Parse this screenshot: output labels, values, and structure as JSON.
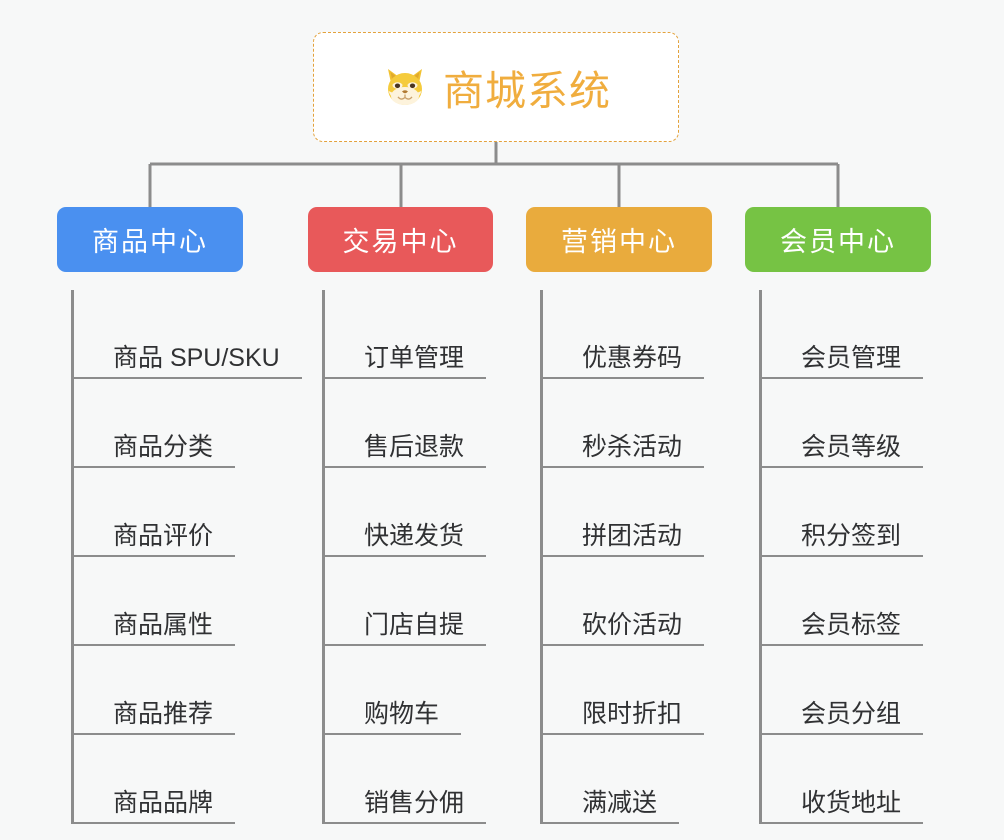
{
  "root": {
    "icon": "shiba-dog-face-icon",
    "title": "商城系统",
    "border_color": "#e3a23c",
    "title_color": "#f0ad3e"
  },
  "canvas": {
    "background": "#f7f8f8",
    "connector_color": "#8c8c8c"
  },
  "branches": [
    {
      "label": "商品中心",
      "color": "#4a90f0",
      "items": [
        {
          "label": "商品 SPU/SKU"
        },
        {
          "label": "商品分类"
        },
        {
          "label": "商品评价"
        },
        {
          "label": "商品属性"
        },
        {
          "label": "商品推荐"
        },
        {
          "label": "商品品牌"
        }
      ]
    },
    {
      "label": "交易中心",
      "color": "#e8595a",
      "items": [
        {
          "label": "订单管理"
        },
        {
          "label": "售后退款"
        },
        {
          "label": "快递发货"
        },
        {
          "label": "门店自提"
        },
        {
          "label": "购物车"
        },
        {
          "label": "销售分佣"
        }
      ]
    },
    {
      "label": "营销中心",
      "color": "#e9ab3d",
      "items": [
        {
          "label": "优惠券码"
        },
        {
          "label": "秒杀活动"
        },
        {
          "label": "拼团活动"
        },
        {
          "label": "砍价活动"
        },
        {
          "label": "限时折扣"
        },
        {
          "label": "满减送"
        }
      ]
    },
    {
      "label": "会员中心",
      "color": "#76c344",
      "items": [
        {
          "label": "会员管理"
        },
        {
          "label": "会员等级"
        },
        {
          "label": "积分签到"
        },
        {
          "label": "会员标签"
        },
        {
          "label": "会员分组"
        },
        {
          "label": "收货地址"
        }
      ]
    }
  ]
}
